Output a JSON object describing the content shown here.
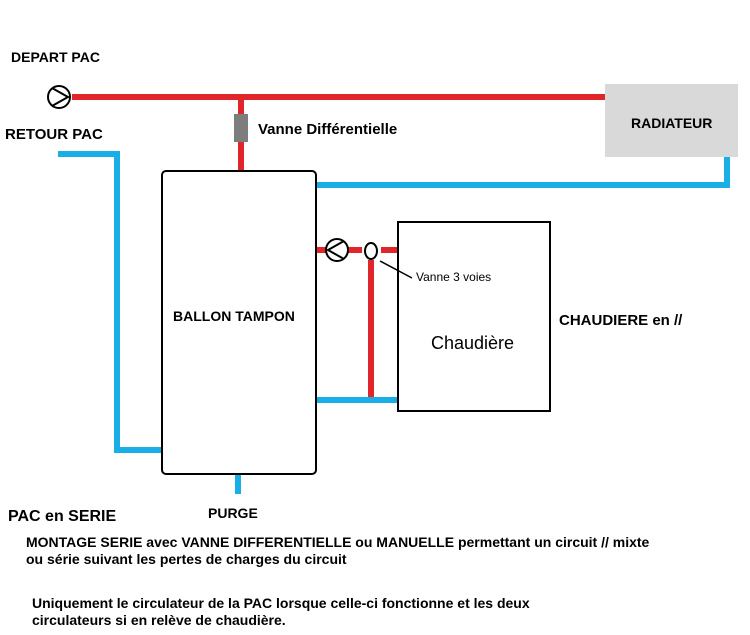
{
  "labels": {
    "depart_pac": "DEPART PAC",
    "retour_pac": "RETOUR PAC",
    "vanne_differentielle": "Vanne Différentielle",
    "radiateur": "RADIATEUR",
    "ballon_tampon": "BALLON TAMPON",
    "vanne_3_voies": "Vanne 3 voies",
    "chaudiere": "Chaudière",
    "chaudiere_parallele": "CHAUDIERE en //",
    "purge": "PURGE",
    "pac_serie": "PAC en SERIE"
  },
  "notes": {
    "montage_line1": "MONTAGE SERIE avec VANNE DIFFERENTIELLE ou MANUELLE permettant un circuit // mixte",
    "montage_line2": "ou série suivant les pertes de charges du circuit",
    "usage_line1": "Uniquement le circulateur de la PAC lorsque celle-ci fonctionne et les deux",
    "usage_line2": "circulateurs si en relève de chaudière."
  },
  "colors": {
    "hot_pipe": "#e0252b",
    "cold_pipe": "#1aaee6",
    "valve": "#7d7d7d",
    "radiator_fill": "#d9d9d9",
    "outline": "#000000"
  },
  "icons": [
    "pump-icon",
    "differential-valve-icon",
    "three-way-valve-icon"
  ]
}
